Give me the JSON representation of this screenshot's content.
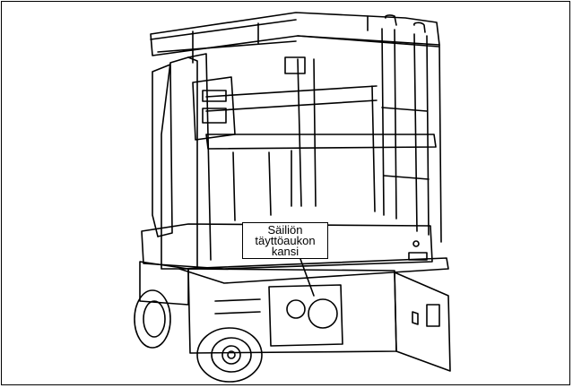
{
  "callout": {
    "line1": "Säiliön",
    "line2": "täyttöaukon",
    "line3": "kansi"
  },
  "colors": {
    "line": "#000000",
    "background": "#ffffff"
  }
}
